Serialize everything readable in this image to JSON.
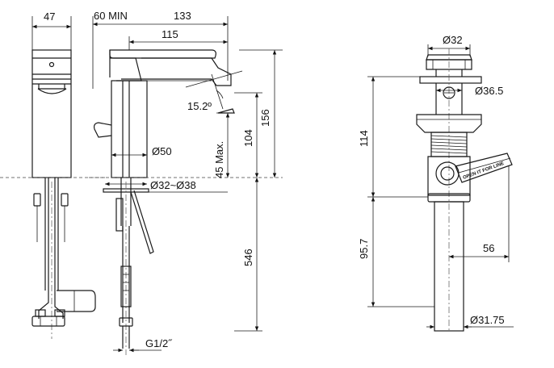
{
  "dimensions": {
    "d47": "47",
    "d60min": "60 MIN",
    "d133": "133",
    "d115": "115",
    "angle": "15.2º",
    "d156": "156",
    "d104": "104",
    "d45max": "45 Max.",
    "dia50": "Ø50",
    "dia32_38": "Ø32~Ø38",
    "d546": "546",
    "g12": "G1/2˝",
    "dia32": "Ø32",
    "dia36_5": "Ø36.5",
    "d114": "114",
    "d95_7": "95.7",
    "d56": "56",
    "dia31_75": "Ø31.75"
  },
  "labels": {
    "lever_text": "OPEN IT FOR LINE"
  }
}
